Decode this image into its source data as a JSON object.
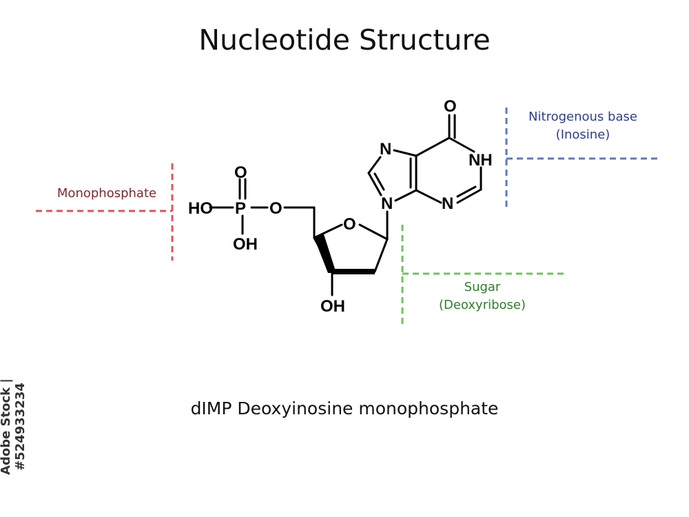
{
  "title": "Nucleotide Structure",
  "caption": "dIMP  Deoxyinosine monophosphate",
  "labels": {
    "monophosphate": "Monophosphate",
    "base_line1": "Nitrogenous base",
    "base_line2": "(Inosine)",
    "sugar_line1": "Sugar",
    "sugar_line2": "(Deoxyribose)"
  },
  "atoms": {
    "O": "O",
    "P": "P",
    "HO": "HO",
    "OH": "OH",
    "N": "N",
    "NH": "NH"
  },
  "stock_id": "Adobe Stock | #524933234",
  "colors": {
    "monophosphate": "#e0525e",
    "monophosphate_text": "#7a2a2a",
    "base": "#5a78c4",
    "base_text": "#2f3f86",
    "sugar": "#6cc45a",
    "sugar_text": "#2f7d2a"
  }
}
